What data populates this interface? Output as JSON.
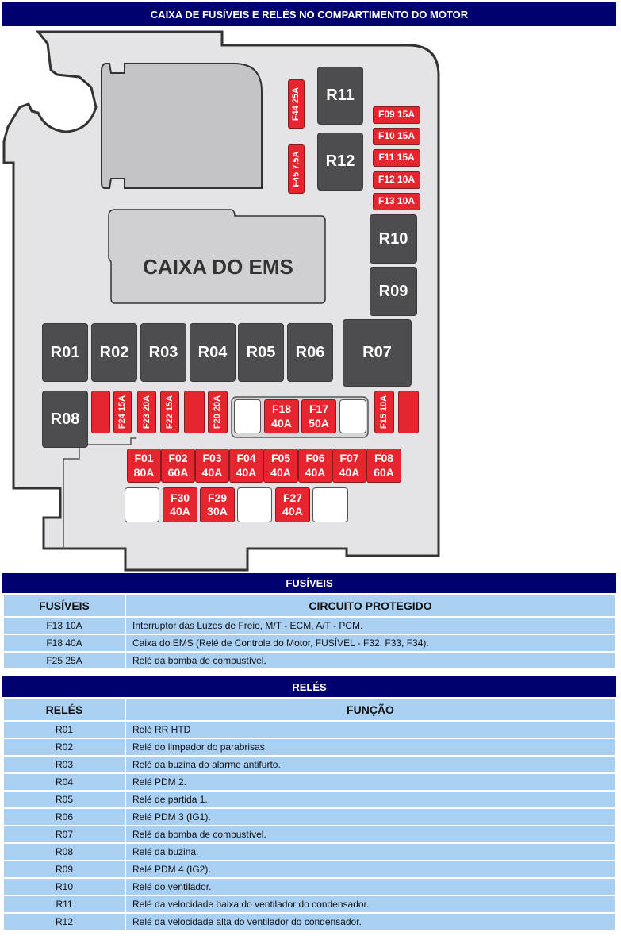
{
  "title": "CAIXA DE FUSÍVEIS E RELÉS NO COMPARTIMENTO DO MOTOR",
  "diagram": {
    "ems_label": "CAIXA DO EMS",
    "relays": {
      "R01": "R01",
      "R02": "R02",
      "R03": "R03",
      "R04": "R04",
      "R05": "R05",
      "R06": "R06",
      "R07": "R07",
      "R08": "R08",
      "R09": "R09",
      "R10": "R10",
      "R11": "R11",
      "R12": "R12"
    },
    "fuses": {
      "F44": "F44 25A",
      "F45": "F45 7.5A",
      "F09": "F09 15A",
      "F10": "F10 15A",
      "F11": "F11 15A",
      "F12": "F12 10A",
      "F13": "F13 10A",
      "F24": "F24 15A",
      "F23": "F23 20A",
      "F22": "F22 15A",
      "F20": "F20 20A",
      "F15": "F15 10A",
      "F18": [
        "F18",
        "40A"
      ],
      "F17": [
        "F17",
        "50A"
      ],
      "F01": [
        "F01",
        "80A"
      ],
      "F02": [
        "F02",
        "60A"
      ],
      "F03": [
        "F03",
        "40A"
      ],
      "F04": [
        "F04",
        "40A"
      ],
      "F05": [
        "F05",
        "40A"
      ],
      "F06": [
        "F06",
        "40A"
      ],
      "F07": [
        "F07",
        "40A"
      ],
      "F08": [
        "F08",
        "60A"
      ],
      "F30": [
        "F30",
        "40A"
      ],
      "F29": [
        "F29",
        "30A"
      ],
      "F27": [
        "F27",
        "40A"
      ]
    }
  },
  "fuses_table": {
    "title": "FUSÍVEIS",
    "headers": [
      "FUSÍVEIS",
      "CIRCUITO PROTEGIDO"
    ],
    "rows": [
      [
        "F13 10A",
        "Interruptor das Luzes de Freio, M/T - ECM, A/T - PCM."
      ],
      [
        "F18 40A",
        "Caixa do EMS (Relé de Controle do Motor, FUSÍVEL - F32, F33, F34)."
      ],
      [
        "F25 25A",
        "Relé da bomba de combustível."
      ]
    ]
  },
  "relays_table": {
    "title": "RELÉS",
    "headers": [
      "RELÉS",
      "FUNÇÃO"
    ],
    "rows": [
      [
        "R01",
        "Relé RR HTD"
      ],
      [
        "R02",
        "Relé do limpador do parabrisas."
      ],
      [
        "R03",
        "Relé da buzina do alarme antifurto."
      ],
      [
        "R04",
        "Relé PDM 2."
      ],
      [
        "R05",
        "Relé de partida 1."
      ],
      [
        "R06",
        "Relé PDM 3 (IG1)."
      ],
      [
        "R07",
        "Relé da bomba de combustível."
      ],
      [
        "R08",
        "Relé da buzina."
      ],
      [
        "R09",
        "Relé PDM 4 (IG2)."
      ],
      [
        "R10",
        "Relé do ventilador."
      ],
      [
        "R11",
        "Relé da velocidade baixa do ventilador do condensador."
      ],
      [
        "R12",
        "Relé da velocidade alta do ventilador do condensador."
      ]
    ]
  }
}
